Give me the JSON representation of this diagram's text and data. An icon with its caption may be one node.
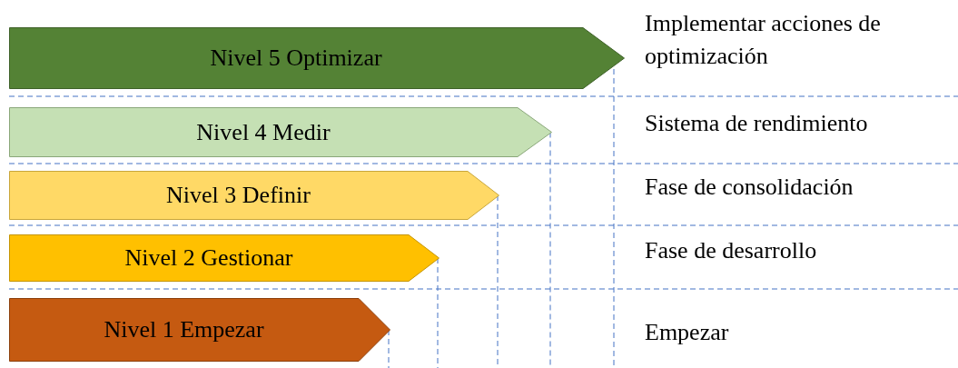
{
  "diagram": {
    "nodes": [
      {
        "text": [
          "Nivel 5 Optimizar"
        ]
      },
      {
        "text": [
          "Nivel 4 Medir"
        ]
      },
      {
        "text": [
          "Nivel 3 Definir"
        ]
      },
      {
        "text": [
          "Nivel 2 Gestionar"
        ]
      },
      {
        "text": [
          "Nivel 1 Empezar"
        ]
      }
    ],
    "labels": [
      "Implementar acciones de optimización",
      "Sistema de rendimiento",
      "Fase de consolidación",
      "Fase de desarrollo",
      "Empezar"
    ]
  }
}
